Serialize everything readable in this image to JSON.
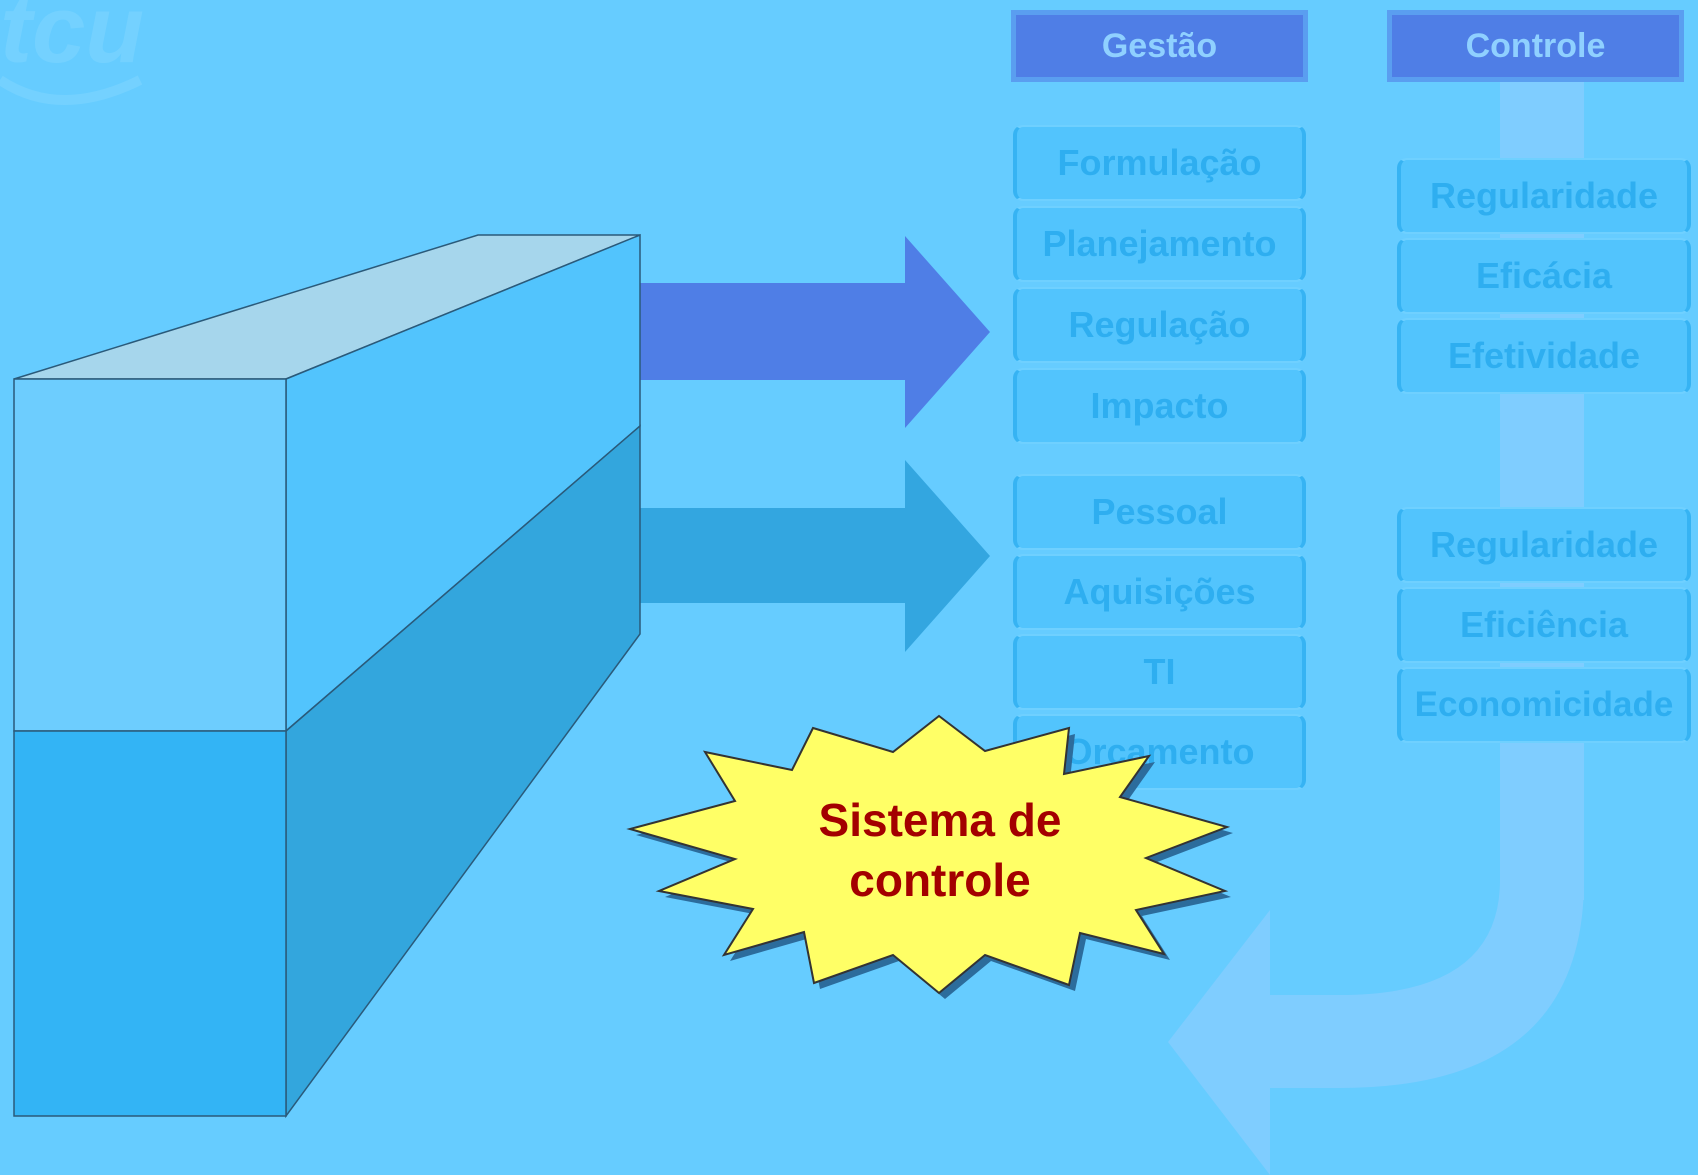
{
  "logo": {
    "text": "tcu"
  },
  "columns": {
    "gestao": {
      "header": "Gestão",
      "group1": [
        "Formulação",
        "Planejamento",
        "Regulação",
        "Impacto"
      ],
      "group2": [
        "Pessoal",
        "Aquisições",
        "TI",
        "Orçamento"
      ]
    },
    "controle": {
      "header": "Controle",
      "group1": [
        "Regularidade",
        "Eficácia",
        "Efetividade"
      ],
      "group2": [
        "Regularidade",
        "Eficiência",
        "Economicidade"
      ]
    }
  },
  "burst": {
    "line1": "Sistema de",
    "line2": "controle"
  },
  "colors": {
    "background": "#66ccff",
    "header": "#4f7ee6",
    "arrow_top": "#4f7ee6",
    "arrow_bottom": "#33a6e0",
    "burst_fill": "#ffff66",
    "burst_text": "#a30000"
  }
}
